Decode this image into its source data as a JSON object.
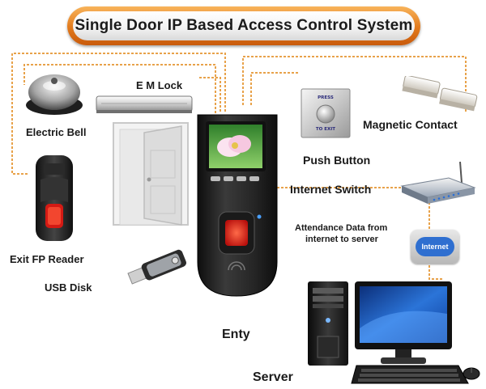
{
  "title": "Single Door IP Based Access Control System",
  "components": {
    "electric_bell": "Electric Bell",
    "em_lock": "E M Lock",
    "exit_fp_reader": "Exit FP Reader",
    "usb_disk": "USB Disk",
    "entry": "Enty",
    "push_button": "Push Button",
    "magnetic_contact": "Magnetic Contact",
    "internet_switch": "Internet Switch",
    "attendance_line1": "Attendance Data from",
    "attendance_line2": "internet to server",
    "internet_cloud": "Internet",
    "server": "Server"
  },
  "push_button_face": {
    "top": "PRESS",
    "bottom": "TO EXIT"
  },
  "colors": {
    "connector": "#e8a24a",
    "banner": "#e27a1c",
    "device_body": "#2a2a2a",
    "fingerprint_glow": "#e0201a",
    "cloud": "#2f6fd0"
  }
}
